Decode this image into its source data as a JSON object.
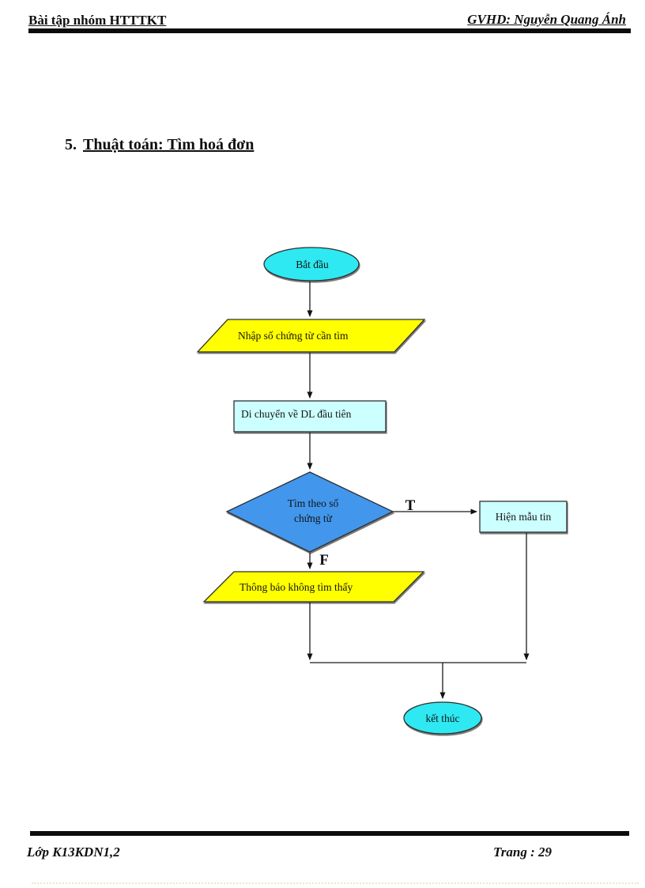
{
  "document": {
    "header": {
      "left": "Bài tập nhóm HTTTKT",
      "right": "GVHD: Nguyễn Quang Ánh"
    },
    "section_title": {
      "number": "5.",
      "label": "Thuật toán: Tìm hoá đơn"
    },
    "footer": {
      "left": "Lớp K13KDN1,2",
      "right": "Trang : 29"
    }
  },
  "flowchart": {
    "nodes": {
      "start": {
        "shape": "ellipse",
        "label": "Bắt đầu",
        "fill": "#2ee9f2"
      },
      "input_search": {
        "shape": "parallelogram",
        "label": "Nhập số chứng từ cần tìm",
        "fill": "#ffff00"
      },
      "move_first": {
        "shape": "rectangle",
        "label": "Di chuyển về DL đầu tiên",
        "fill": "#ccffff"
      },
      "decision": {
        "shape": "diamond",
        "label": "Tìm theo số chứng từ",
        "label_line1": "Tìm theo số",
        "label_line2": "chứng từ",
        "fill": "#4296ec"
      },
      "show_record": {
        "shape": "rectangle",
        "label": "Hiện mẫu tin",
        "fill": "#ccffff"
      },
      "not_found": {
        "shape": "parallelogram",
        "label": "Thông báo không tìm thấy",
        "fill": "#ffff00"
      },
      "end": {
        "shape": "ellipse",
        "label": "kết thúc",
        "fill": "#2ee9f2"
      }
    },
    "branch_labels": {
      "true": "T",
      "false": "F"
    },
    "colors": {
      "connector": "#1a1a1a",
      "shape_stroke": "#2f2f2f"
    }
  }
}
